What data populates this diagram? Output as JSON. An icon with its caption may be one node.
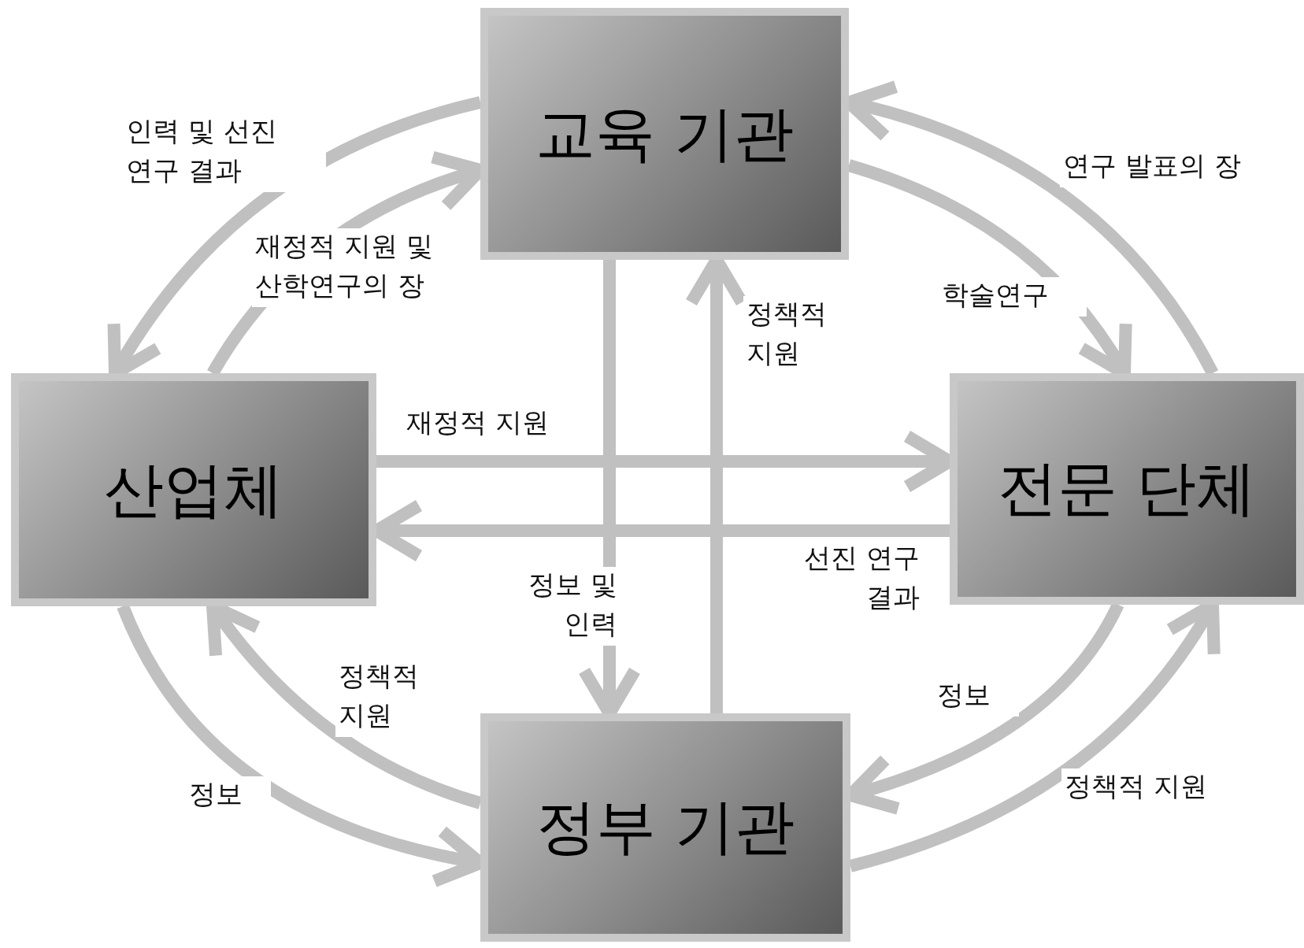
{
  "diagram": {
    "nodes": [
      {
        "text": [
          "교육 기관"
        ]
      },
      {
        "text": [
          "산업체"
        ]
      },
      {
        "text": [
          "전문 단체"
        ]
      },
      {
        "text": [
          "정부 기관"
        ]
      }
    ],
    "edges": [
      {
        "from": 0,
        "to": 1,
        "arrow": "to",
        "label": "인력 및 선진 연구 결과"
      },
      {
        "from": 1,
        "to": 0,
        "arrow": "to",
        "label": "재정적 지원 및 산학연구의 장"
      },
      {
        "from": 0,
        "to": 2,
        "arrow": "to",
        "label": "학술연구"
      },
      {
        "from": 2,
        "to": 0,
        "arrow": "to",
        "label": "연구 발표의 장"
      },
      {
        "from": 1,
        "to": 2,
        "arrow": "to",
        "label": "재정적 지원"
      },
      {
        "from": 2,
        "to": 1,
        "arrow": "to",
        "label": "선진 연구 결과"
      },
      {
        "from": 0,
        "to": 3,
        "arrow": "to",
        "label": "정보 및 인력"
      },
      {
        "from": 3,
        "to": 0,
        "arrow": "to",
        "label": "정책적 지원"
      },
      {
        "from": 3,
        "to": 1,
        "arrow": "to",
        "label": "정책적 지원"
      },
      {
        "from": 1,
        "to": 3,
        "arrow": "to",
        "label": "정보"
      },
      {
        "from": 2,
        "to": 3,
        "arrow": "to",
        "label": "정보"
      },
      {
        "from": 3,
        "to": 2,
        "arrow": "to",
        "label": "정책적 지원"
      }
    ]
  }
}
